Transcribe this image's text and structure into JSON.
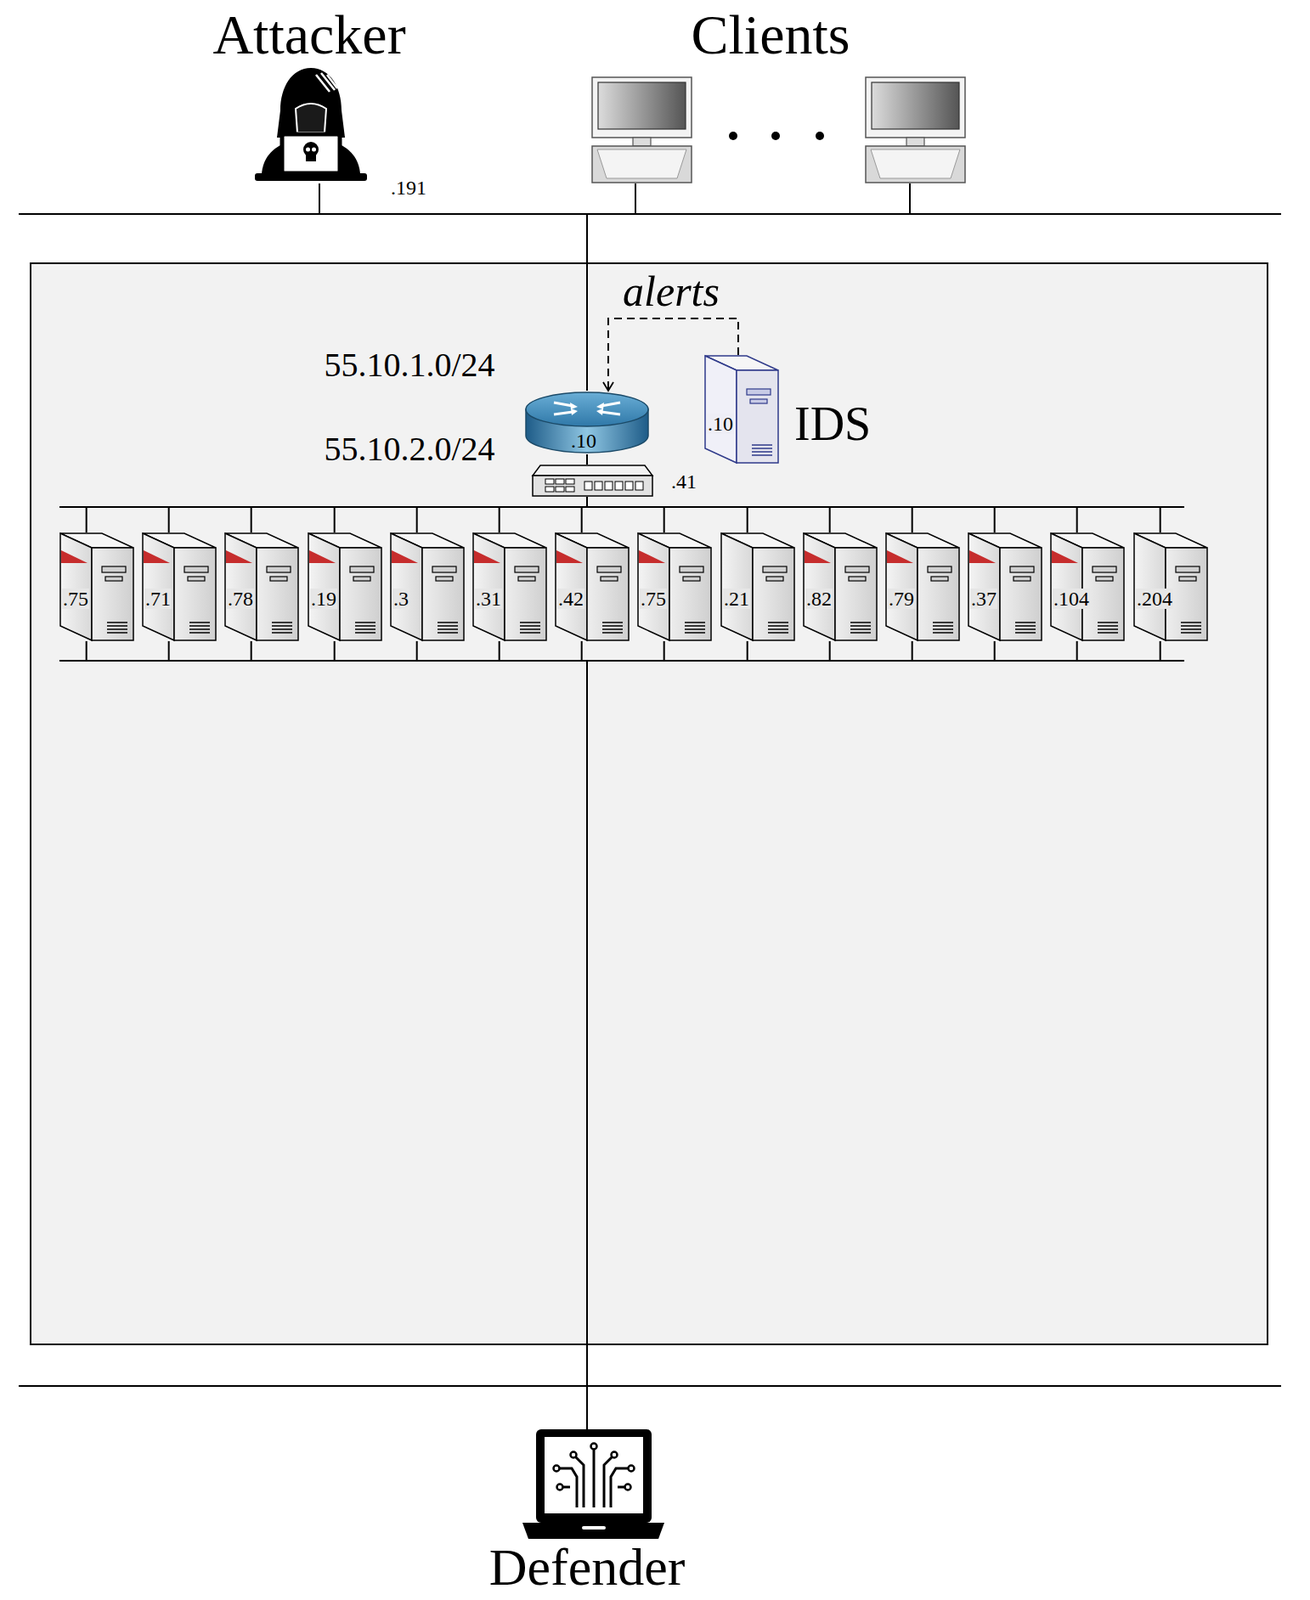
{
  "diagram": {
    "nodes": [
      {
        "text": [
          "Attacker",
          ".191"
        ]
      },
      {
        "text": [
          "Clients"
        ]
      },
      {
        "text": [
          ".10"
        ]
      },
      {
        "text": [
          ".10",
          "IDS"
        ]
      },
      {
        "text": [
          ".41"
        ]
      },
      {
        "text": [
          ".75"
        ]
      },
      {
        "text": [
          ".71"
        ]
      },
      {
        "text": [
          ".78"
        ]
      },
      {
        "text": [
          ".19"
        ]
      },
      {
        "text": [
          ".3"
        ]
      },
      {
        "text": [
          ".31"
        ]
      },
      {
        "text": [
          ".42"
        ]
      },
      {
        "text": [
          ".75"
        ]
      },
      {
        "text": [
          ".21"
        ]
      },
      {
        "text": [
          ".82"
        ]
      },
      {
        "text": [
          ".79"
        ]
      },
      {
        "text": [
          ".37"
        ]
      },
      {
        "text": [
          ".104"
        ]
      },
      {
        "text": [
          ".204"
        ]
      },
      {
        "text": [
          "Defender"
        ]
      }
    ],
    "edges": [
      {
        "from": 0,
        "to": 2,
        "arrow": "none"
      },
      {
        "from": 1,
        "to": 2,
        "arrow": "none"
      },
      {
        "from": 3,
        "to": 2,
        "label": "alerts",
        "arrow": "to"
      },
      {
        "from": 2,
        "to": 4,
        "arrow": "none"
      },
      {
        "from": 4,
        "to": 5,
        "arrow": "none"
      },
      {
        "from": 4,
        "to": 6,
        "arrow": "none"
      },
      {
        "from": 4,
        "to": 7,
        "arrow": "none"
      },
      {
        "from": 4,
        "to": 8,
        "arrow": "none"
      },
      {
        "from": 4,
        "to": 9,
        "arrow": "none"
      },
      {
        "from": 4,
        "to": 10,
        "arrow": "none"
      },
      {
        "from": 4,
        "to": 11,
        "arrow": "none"
      },
      {
        "from": 4,
        "to": 12,
        "arrow": "none"
      },
      {
        "from": 4,
        "to": 13,
        "arrow": "none"
      },
      {
        "from": 4,
        "to": 14,
        "arrow": "none"
      },
      {
        "from": 4,
        "to": 15,
        "arrow": "none"
      },
      {
        "from": 4,
        "to": 16,
        "arrow": "none"
      },
      {
        "from": 4,
        "to": 17,
        "arrow": "none"
      },
      {
        "from": 4,
        "to": 18,
        "arrow": "none"
      },
      {
        "from": 19,
        "to": 5,
        "arrow": "none"
      },
      {
        "from": 19,
        "to": 6,
        "arrow": "none"
      },
      {
        "from": 19,
        "to": 7,
        "arrow": "none"
      },
      {
        "from": 19,
        "to": 8,
        "arrow": "none"
      },
      {
        "from": 19,
        "to": 9,
        "arrow": "none"
      },
      {
        "from": 19,
        "to": 10,
        "arrow": "none"
      },
      {
        "from": 19,
        "to": 11,
        "arrow": "none"
      },
      {
        "from": 19,
        "to": 12,
        "arrow": "none"
      },
      {
        "from": 19,
        "to": 13,
        "arrow": "none"
      },
      {
        "from": 19,
        "to": 14,
        "arrow": "none"
      },
      {
        "from": 19,
        "to": 15,
        "arrow": "none"
      },
      {
        "from": 19,
        "to": 16,
        "arrow": "none"
      },
      {
        "from": 19,
        "to": 17,
        "arrow": "none"
      },
      {
        "from": 19,
        "to": 18,
        "arrow": "none"
      }
    ],
    "labels": [
      "55.10.1.0/24",
      "55.10.2.0/24"
    ]
  }
}
